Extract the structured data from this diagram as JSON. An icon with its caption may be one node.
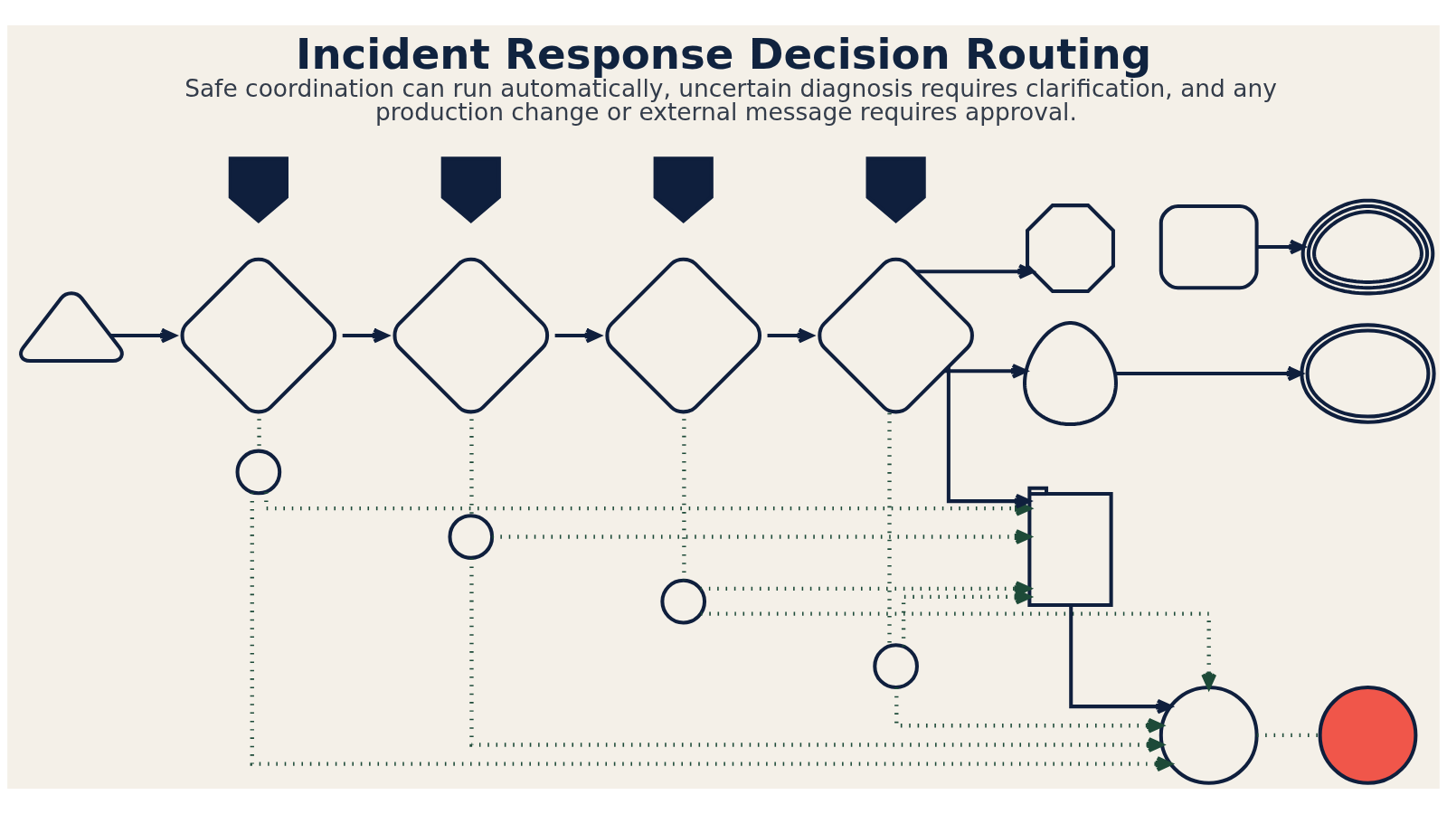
{
  "diagram": {
    "title": "Incident Response Decision Routing",
    "caption": "Safe coordination can run automatically, uncertain diagnosis requires clarification, and any production change or external message requires approval.",
    "nodes": [
      {
        "text": [],
        "shape": "triangle"
      },
      {
        "text": [],
        "shape": "shield"
      },
      {
        "text": [],
        "shape": "diamond"
      },
      {
        "text": [],
        "shape": "circle"
      },
      {
        "text": [],
        "shape": "shield"
      },
      {
        "text": [],
        "shape": "diamond"
      },
      {
        "text": [],
        "shape": "circle"
      },
      {
        "text": [],
        "shape": "shield"
      },
      {
        "text": [],
        "shape": "diamond"
      },
      {
        "text": [],
        "shape": "circle"
      },
      {
        "text": [],
        "shape": "shield"
      },
      {
        "text": [],
        "shape": "diamond"
      },
      {
        "text": [],
        "shape": "circle"
      },
      {
        "text": [],
        "shape": "gear"
      },
      {
        "text": [],
        "shape": "robot"
      },
      {
        "text": [],
        "shape": "people"
      },
      {
        "text": [],
        "shape": "person"
      },
      {
        "text": [],
        "shape": "bubble"
      },
      {
        "text": [],
        "shape": "clipboard"
      },
      {
        "text": [],
        "shape": "circle"
      },
      {
        "text": [],
        "shape": "circle"
      }
    ],
    "edges": [
      {
        "from": 0,
        "to": 2,
        "arrow": "to"
      },
      {
        "from": 2,
        "to": 5,
        "arrow": "to"
      },
      {
        "from": 5,
        "to": 8,
        "arrow": "to"
      },
      {
        "from": 8,
        "to": 11,
        "arrow": "to"
      },
      {
        "from": 11,
        "to": 13,
        "arrow": "to"
      },
      {
        "from": 11,
        "to": 16,
        "arrow": "to"
      },
      {
        "from": 11,
        "to": 18,
        "arrow": "to"
      },
      {
        "from": 14,
        "to": 15,
        "arrow": "to"
      },
      {
        "from": 16,
        "to": 17,
        "arrow": "to"
      },
      {
        "from": 18,
        "to": 19,
        "arrow": "to"
      },
      {
        "from": 19,
        "to": 20,
        "arrow": "none",
        "style": "dashed",
        "color": "#1d4a38"
      },
      {
        "from": 2,
        "to": 3,
        "arrow": "none",
        "style": "dashed",
        "color": "#1d4a38"
      },
      {
        "from": 5,
        "to": 6,
        "arrow": "none",
        "style": "dashed",
        "color": "#1d4a38"
      },
      {
        "from": 8,
        "to": 9,
        "arrow": "none",
        "style": "dashed",
        "color": "#1d4a38"
      },
      {
        "from": 11,
        "to": 12,
        "arrow": "none",
        "style": "dashed",
        "color": "#1d4a38"
      },
      {
        "from": 3,
        "to": 18,
        "arrow": "to",
        "style": "dashed",
        "color": "#1d4a38"
      },
      {
        "from": 3,
        "to": 19,
        "arrow": "to",
        "style": "dashed",
        "color": "#1d4a38"
      },
      {
        "from": 6,
        "to": 18,
        "arrow": "to",
        "style": "dashed",
        "color": "#1d4a38"
      },
      {
        "from": 6,
        "to": 19,
        "arrow": "to",
        "style": "dashed",
        "color": "#1d4a38"
      },
      {
        "from": 9,
        "to": 18,
        "arrow": "to",
        "style": "dashed",
        "color": "#1d4a38"
      },
      {
        "from": 9,
        "to": 19,
        "arrow": "to",
        "style": "dashed",
        "color": "#1d4a38"
      },
      {
        "from": 12,
        "to": 18,
        "arrow": "to",
        "style": "dashed",
        "color": "#1d4a38"
      },
      {
        "from": 12,
        "to": 19,
        "arrow": "to",
        "style": "dashed",
        "color": "#1d4a38"
      }
    ]
  }
}
